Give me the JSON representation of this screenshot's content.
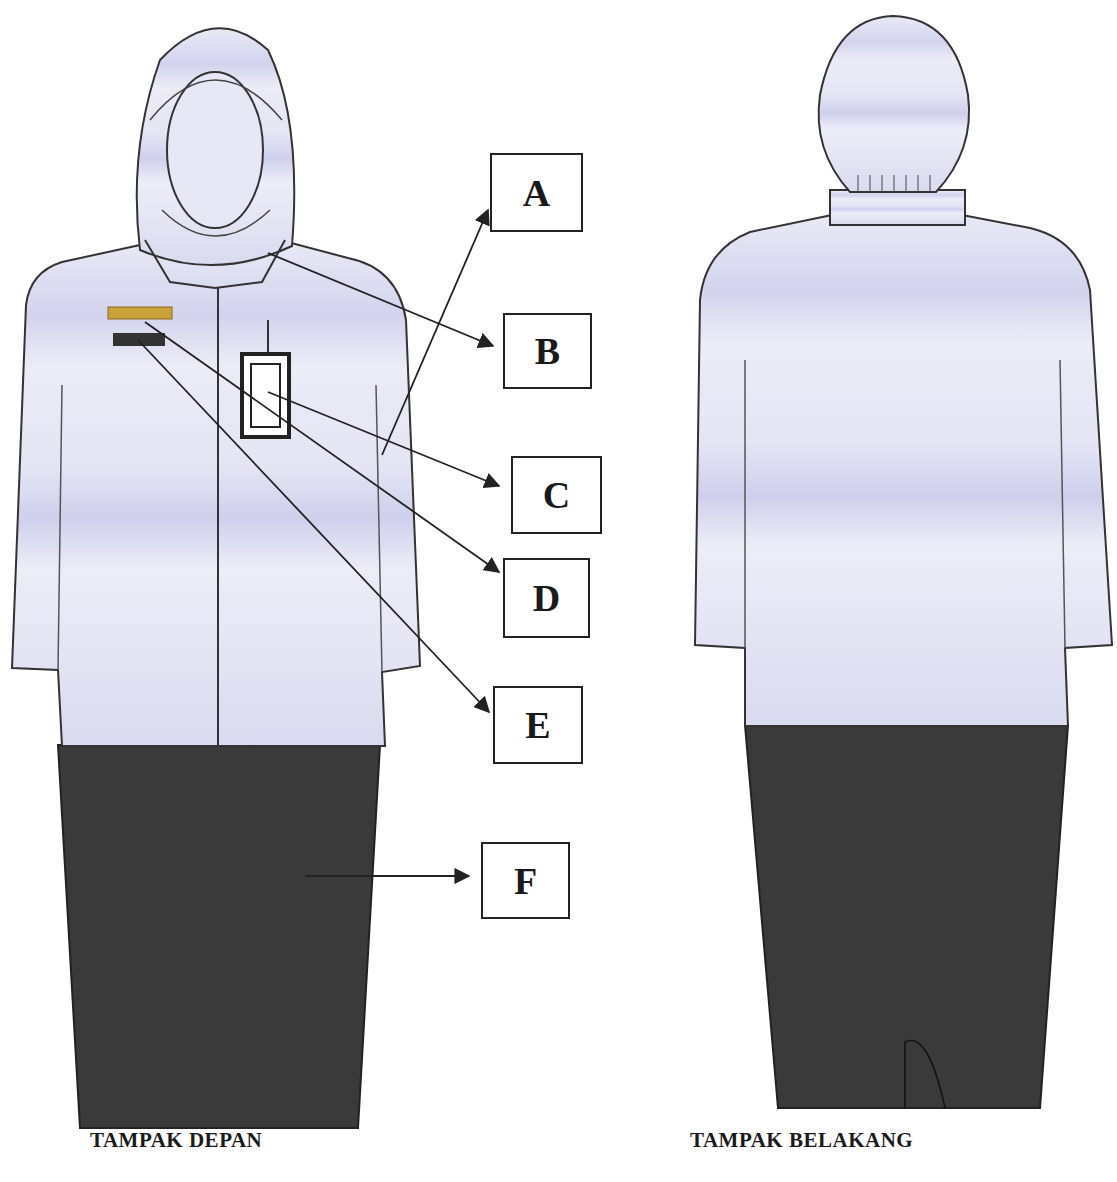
{
  "diagram": {
    "nodes": [
      {
        "text": [
          "A"
        ]
      },
      {
        "text": [
          "B"
        ]
      },
      {
        "text": [
          "C"
        ]
      },
      {
        "text": [
          "D"
        ]
      },
      {
        "text": [
          "E"
        ]
      },
      {
        "text": [
          "F"
        ]
      }
    ],
    "labels": [
      "TAMPAK DEPAN",
      "TAMPAK BELAKANG"
    ]
  }
}
